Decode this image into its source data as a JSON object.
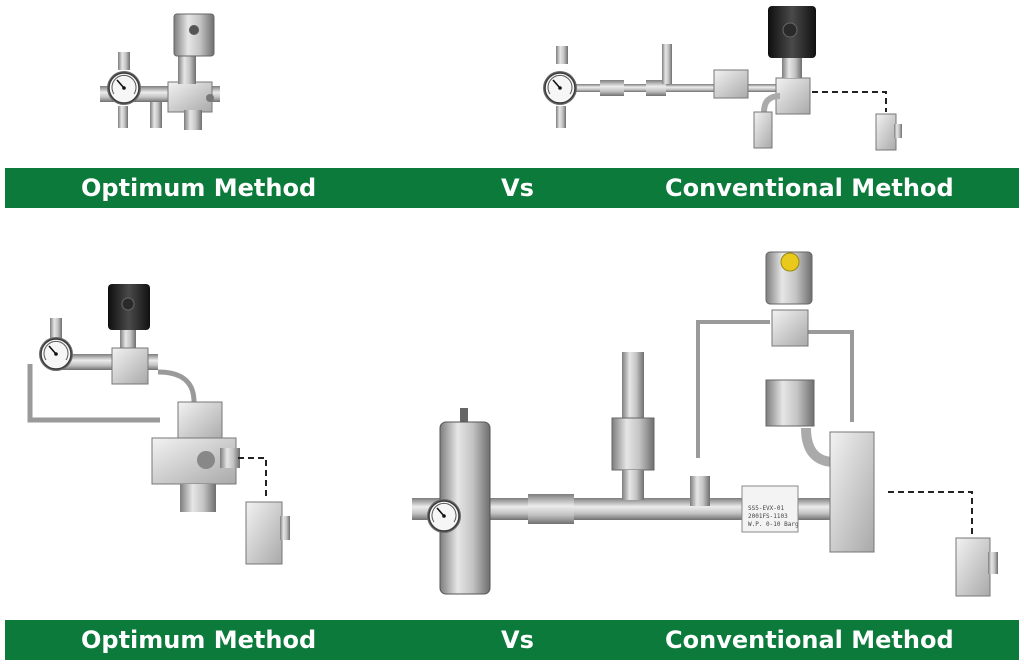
{
  "comparison_rows": [
    {
      "left_label": "Optimum Method",
      "middle_label": "Vs",
      "right_label": "Conventional Method"
    },
    {
      "left_label": "Optimum Method",
      "middle_label": "Vs",
      "right_label": "Conventional Method"
    }
  ],
  "equipment_text": {
    "regulator_tag_lines": [
      "SS5-EVX-01",
      "2001FS-1103",
      "W.P. 0-10 Barg"
    ]
  },
  "colors": {
    "banner_green": "#0b7a3b",
    "banner_text": "#ffffff",
    "solenoid_black": "#1b1b1b",
    "steel": "#b8b8b8",
    "valve_body": "#e4e4e4",
    "indicator_yellow": "#e8c91c"
  },
  "icons": [
    "pressure-gauge-icon",
    "solenoid-valve-icon",
    "ball-valve-icon",
    "limit-switch-icon",
    "pressure-regulator-icon",
    "filter-housing-icon"
  ]
}
